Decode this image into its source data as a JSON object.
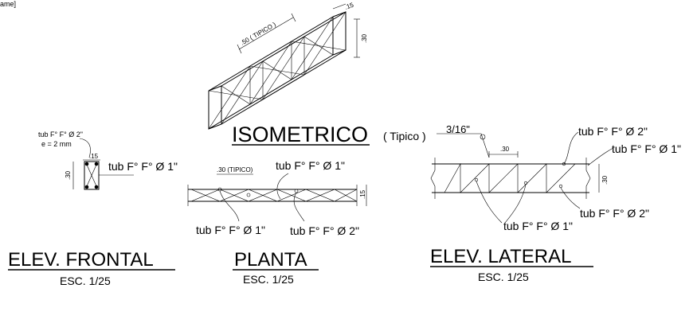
{
  "corner_fragment": "ame]",
  "isometric": {
    "title": "ISOMETRICO",
    "typical_note": "( Tipico )",
    "dim_length": ".50 ( TIPICO )",
    "dim_width": ".15",
    "dim_height": ".30"
  },
  "frontal": {
    "note_line1": "tub F° F° Ø 2\"",
    "note_line2": "e = 2 mm",
    "dim_width": ".15",
    "dim_height": ".30",
    "callout": "tub F° F° Ø 1\"",
    "title": "ELEV. FRONTAL",
    "scale": "ESC. 1/25"
  },
  "plan": {
    "dim_typical": ".30 (TIPICO)",
    "dim_width": ".15",
    "callout_top": "tub F° F° Ø 1\"",
    "callout_bottom_left": "tub F° F° Ø 1\"",
    "callout_bottom_right": "tub F° F° Ø 2\"",
    "title": "PLANTA",
    "scale": "ESC. 1/25"
  },
  "lateral": {
    "weld": "3/16\"",
    "dim_spacing": ".30",
    "dim_height": ".30",
    "callout_top_1": "tub F° F° Ø 2\"",
    "callout_top_2": "tub F° F° Ø 1\"",
    "callout_bottom_right": "tub F° F° Ø 2\"",
    "callout_bottom": "tub F° F° Ø 1\"",
    "title": "ELEV. LATERAL",
    "scale": "ESC. 1/25"
  }
}
